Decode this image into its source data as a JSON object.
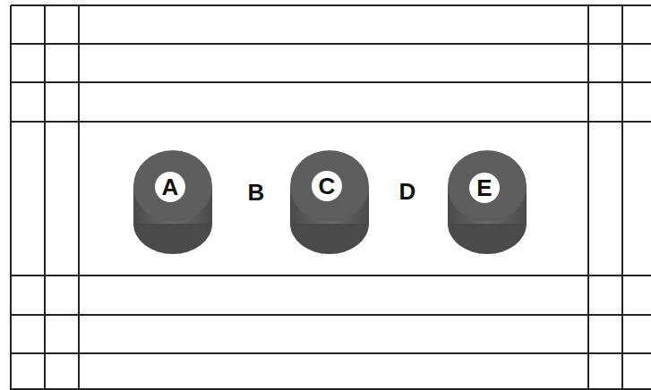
{
  "diagram": {
    "nodes": [
      {
        "text": [
          "A"
        ]
      },
      {
        "text": [
          "C"
        ]
      },
      {
        "text": [
          "E"
        ]
      }
    ],
    "labels": [
      "B",
      "D"
    ]
  }
}
